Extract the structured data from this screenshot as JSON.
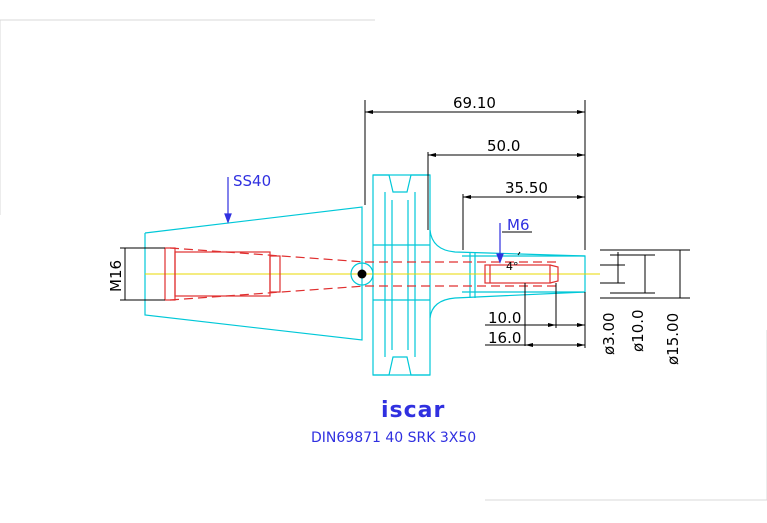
{
  "drawing": {
    "labels": {
      "taper": "SS40",
      "thread_main": "M16",
      "thread_small": "M6",
      "angle": "4°"
    },
    "dimensions": {
      "overall_length": "69.10",
      "length_50": "50.0",
      "length_35": "35.50",
      "length_10": "10.0",
      "length_16": "16.0",
      "dia_3": "ø3.00",
      "dia_10": "ø10.0",
      "dia_15": "ø15.00"
    },
    "brand": {
      "logo_text": "iscar",
      "designation": "DIN69871 40 SRK 3X50"
    },
    "colors": {
      "outline": "#00c8d8",
      "hidden": "#e03030",
      "centerline": "#e8d800",
      "dimension": "#000000",
      "label": "#3030e0"
    }
  }
}
